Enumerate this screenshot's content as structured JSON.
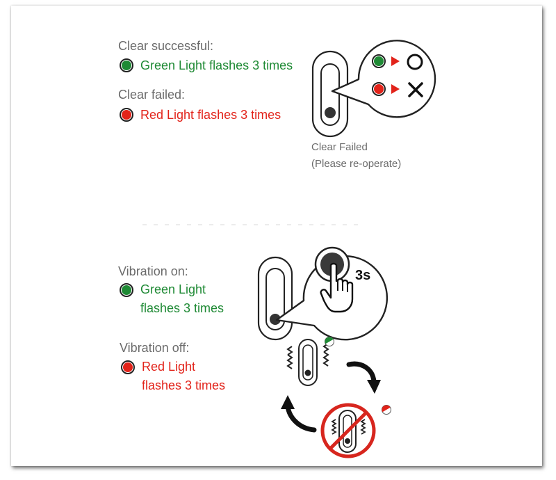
{
  "clear_section": {
    "success_label": "Clear successful:",
    "success_text": "Green Light flashes 3 times",
    "failed_label": "Clear failed:",
    "failed_text": "Red Light flashes 3 times",
    "caption_line1": "Clear Failed",
    "caption_line2": "(Please re-operate)"
  },
  "vibration_section": {
    "on_label": "Vibration on:",
    "on_text_line1": "Green Light",
    "on_text_line2": "flashes 3 times",
    "off_label": "Vibration off:",
    "off_text_line1": "Red Light",
    "off_text_line2": "flashes 3 times",
    "press_duration": "3s"
  },
  "colors": {
    "green": "#1f8a35",
    "red": "#e2231a",
    "label_gray": "#6b6b6b",
    "ink": "#222222"
  },
  "icons": [
    "green-light-icon",
    "red-light-icon",
    "success-circle-icon",
    "fail-cross-icon",
    "hand-press-icon",
    "vibration-icon",
    "no-vibration-icon",
    "rotate-arrow-icon"
  ]
}
